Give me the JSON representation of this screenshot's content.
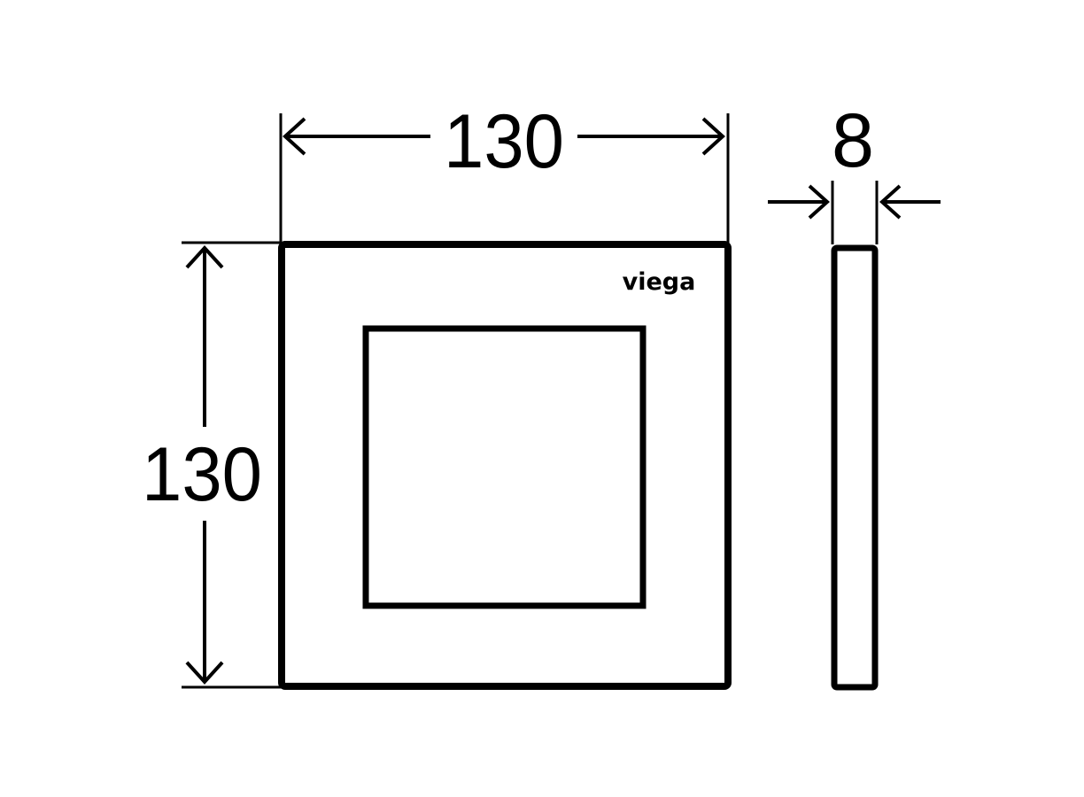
{
  "dimensions": {
    "width_label": "130",
    "height_label": "130",
    "thickness_label": "8"
  },
  "logo": {
    "text": "viega"
  },
  "colors": {
    "line": "#000000",
    "background": "#ffffff"
  }
}
